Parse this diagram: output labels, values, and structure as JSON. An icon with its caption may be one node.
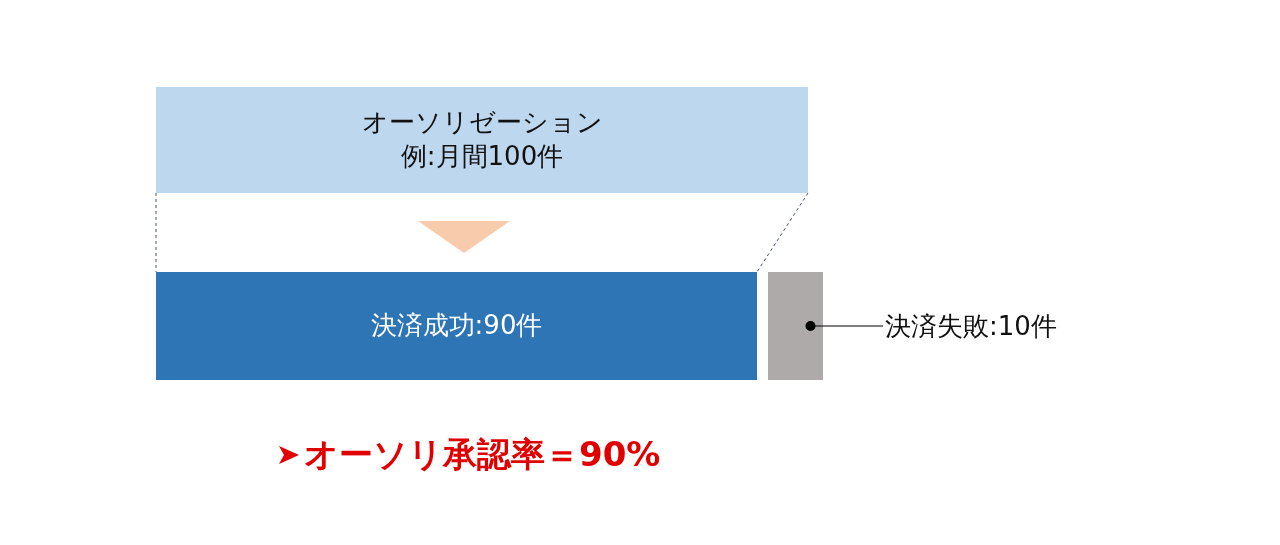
{
  "diagram": {
    "nodes": [
      {
        "text": [
          "オーソリゼーション",
          "例:月間100件"
        ]
      },
      {
        "text": [
          "決済成功:90件"
        ]
      },
      {
        "text": [],
        "shape": "bar"
      },
      {
        "text": [
          "決済失敗:10件"
        ]
      }
    ],
    "edges": [
      {
        "from": 0,
        "to": 1,
        "arrow": "to"
      },
      {
        "from": 0,
        "to": 1,
        "arrow": "none",
        "style": "dashed"
      },
      {
        "from": 0,
        "to": 1,
        "arrow": "none",
        "style": "dashed"
      },
      {
        "from": 3,
        "to": 2,
        "arrow": "other",
        "color": "#000000"
      }
    ],
    "labels": [
      "オーソリ承認率＝90%"
    ]
  }
}
